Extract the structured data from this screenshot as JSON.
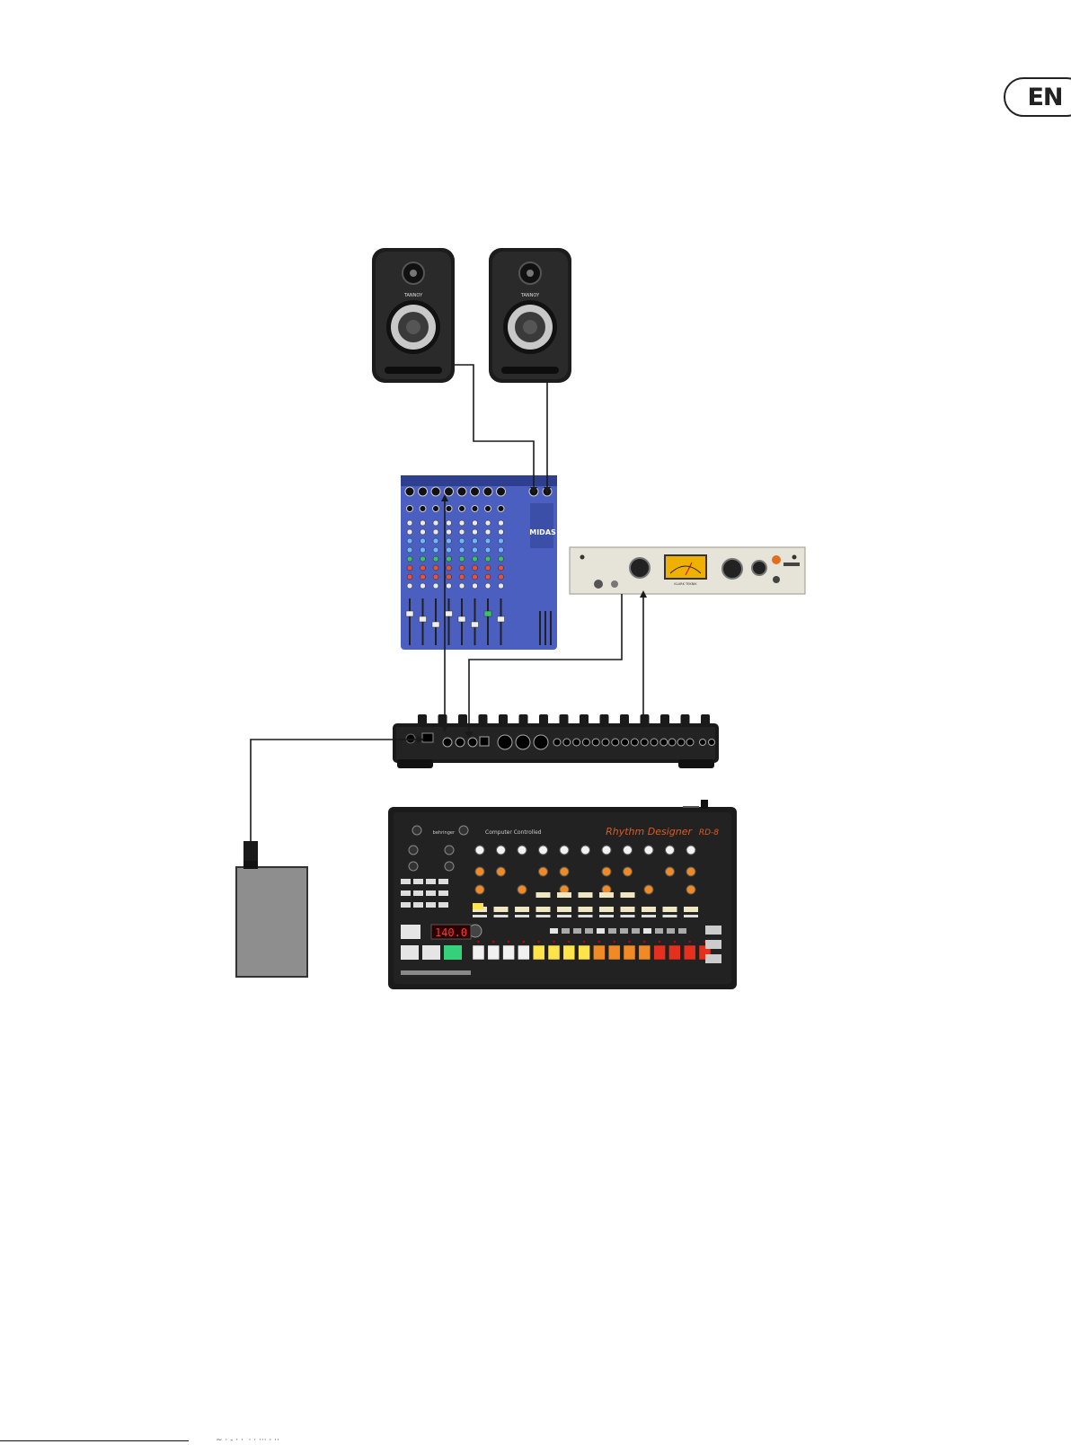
{
  "badge": {
    "lang": "EN"
  },
  "speakers": {
    "brand": "TANNOY"
  },
  "mixer": {
    "brand": "MIDAS"
  },
  "preamp": {
    "brand": "KLARK TEKNIK"
  },
  "drum_machine": {
    "title": "Rhythm Designer",
    "model": "RD-8",
    "subtitle": "Computer Controlled",
    "brand": "behringer",
    "tempo": "140.0"
  },
  "footer": {
    "text": "~ · - · ·  · · ··· · ··"
  }
}
